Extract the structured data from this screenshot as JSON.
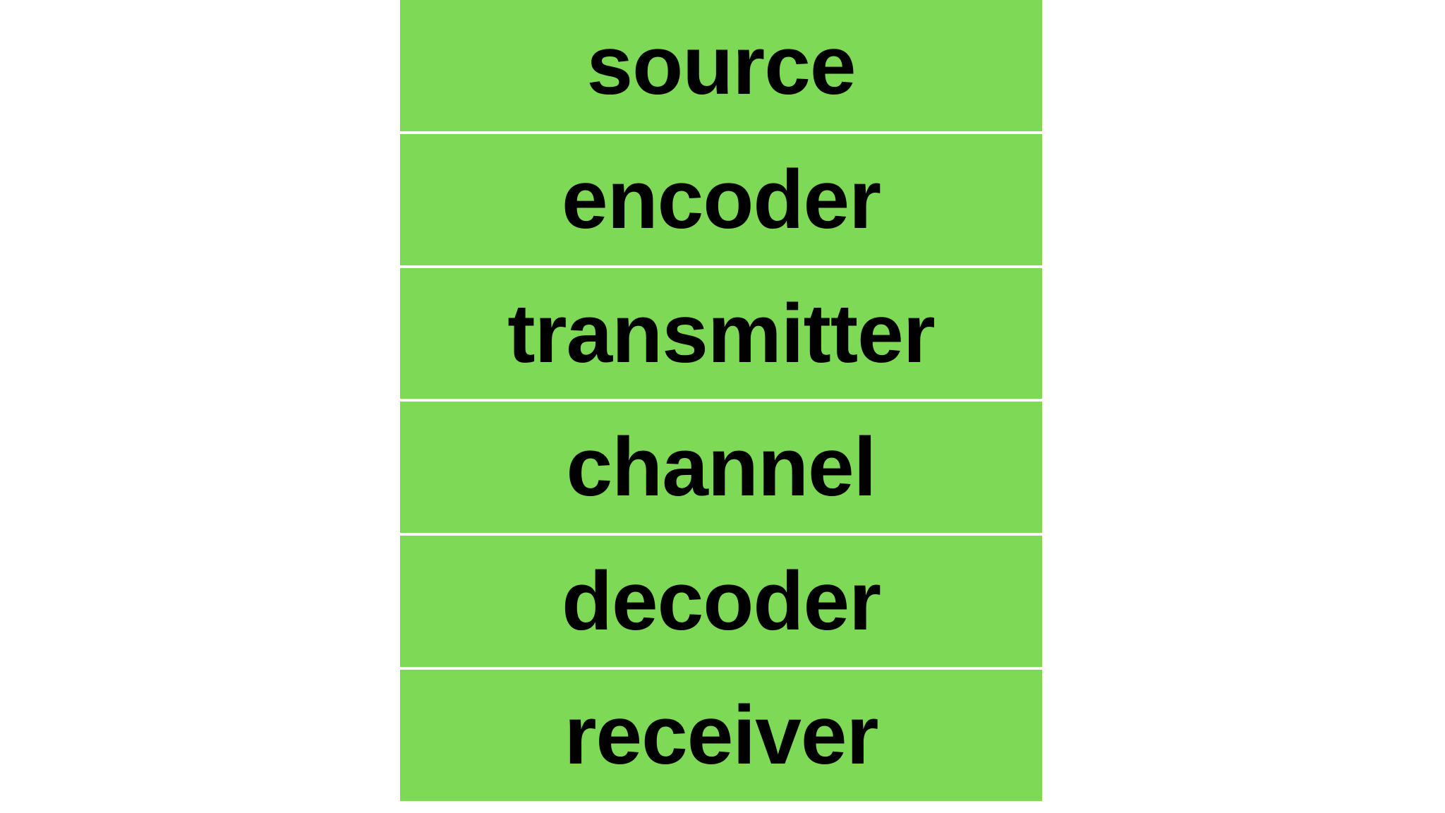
{
  "diagram": {
    "type": "block-stack",
    "background_color": "#ffffff",
    "block_fill_color": "#7ED957",
    "block_gap_color": "#ffffff",
    "label_color": "#000000",
    "blocks": [
      {
        "label": "source"
      },
      {
        "label": "encoder"
      },
      {
        "label": "transmitter"
      },
      {
        "label": "channel"
      },
      {
        "label": "decoder"
      },
      {
        "label": "receiver"
      }
    ]
  }
}
